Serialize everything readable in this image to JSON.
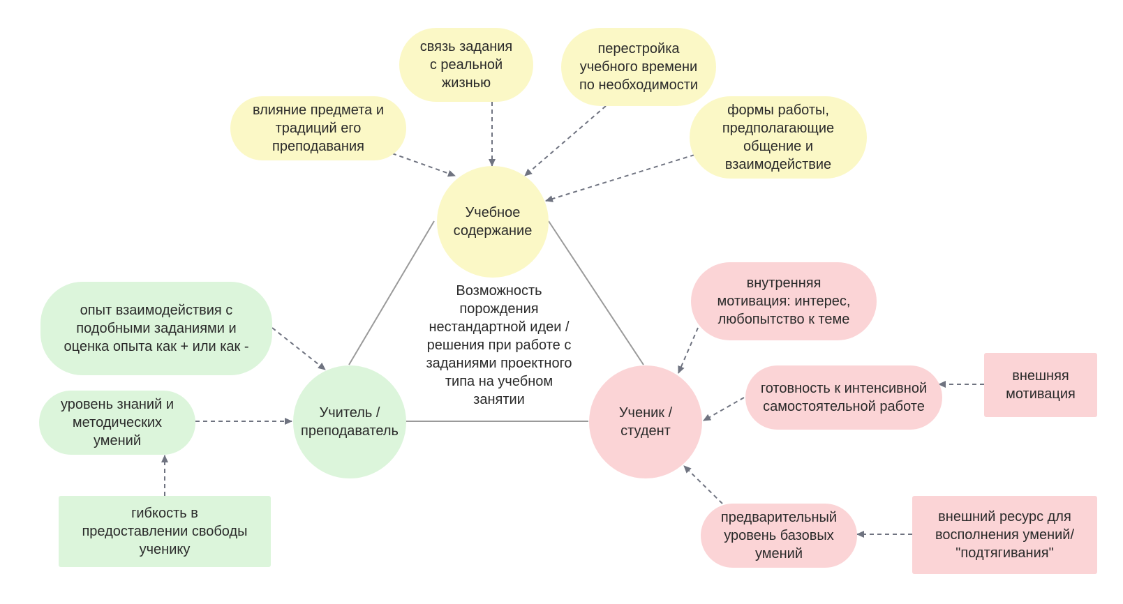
{
  "colors": {
    "content": "#fbf8c6",
    "teacher": "#dcf5db",
    "student": "#fbd4d6",
    "solid_edge": "#9a9a9a",
    "dashed_edge": "#6f7380"
  },
  "main_nodes": {
    "content": "Учебное\nсодержание",
    "teacher": "Учитель /\nпреподаватель",
    "student": "Ученик /\nстудент"
  },
  "center_label": "Возможность\nпорождения\nнестандартной идеи /\nрешения при работе с\nзаданиями проектного\nтипа на учебном\nзанятии",
  "content_factors": {
    "subject_influence": "влияние предмета и\nтрадиций его\nпреподавания",
    "real_life": "связь задания\nс реальной\nжизнью",
    "time_rebuild": "перестройка\nучебного времени\nпо необходимости",
    "work_forms": "формы работы,\nпредполагающие\nобщение и\nвзаимодействие"
  },
  "teacher_factors": {
    "experience": "опыт взаимодействия с\nподобными заданиями и\nоценка опыта как + или как -",
    "knowledge": "уровень знаний и\nметодических\nумений",
    "flexibility": "гибкость в\nпредоставлении свободы\nученику"
  },
  "student_factors": {
    "inner_motivation": "внутренняя\nмотивация: интерес,\nлюбопытство к теме",
    "readiness": "готовность к интенсивной\nсамостоятельной работе",
    "outer_motivation": "внешняя\nмотивация",
    "base_skills": "предварительный\nуровень базовых\nумений",
    "outer_resource": "внешний ресурс для\nвосполнения умений/\n\"подтягивания\""
  }
}
